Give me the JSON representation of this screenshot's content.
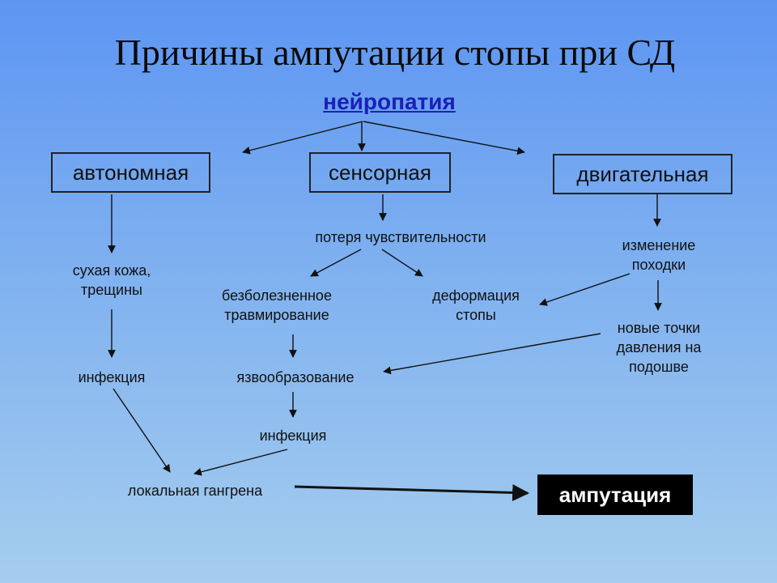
{
  "slide": {
    "title": "Причины ампутации стопы при СД",
    "subtitle": "нейропатия"
  },
  "types": {
    "autonomic": "автономная",
    "sensory": "сенсорная",
    "motor": "двигательная"
  },
  "nodes": {
    "dry_skin_line1": "сухая кожа,",
    "dry_skin_line2": "трещины",
    "infection_left": "инфекция",
    "sensation_loss": "потеря чувствительности",
    "painless_line1": "безболезненное",
    "painless_line2": "травмирование",
    "deformity_line1": "деформация",
    "deformity_line2": "стопы",
    "gait_line1": "изменение",
    "gait_line2": "походки",
    "pressure_line1": "новые точки",
    "pressure_line2": "давления на",
    "pressure_line3": "подошве",
    "ulceration": "язвообразование",
    "infection_center": "инфекция",
    "gangrene": "локальная гангрена",
    "amputation": "ампутация"
  }
}
